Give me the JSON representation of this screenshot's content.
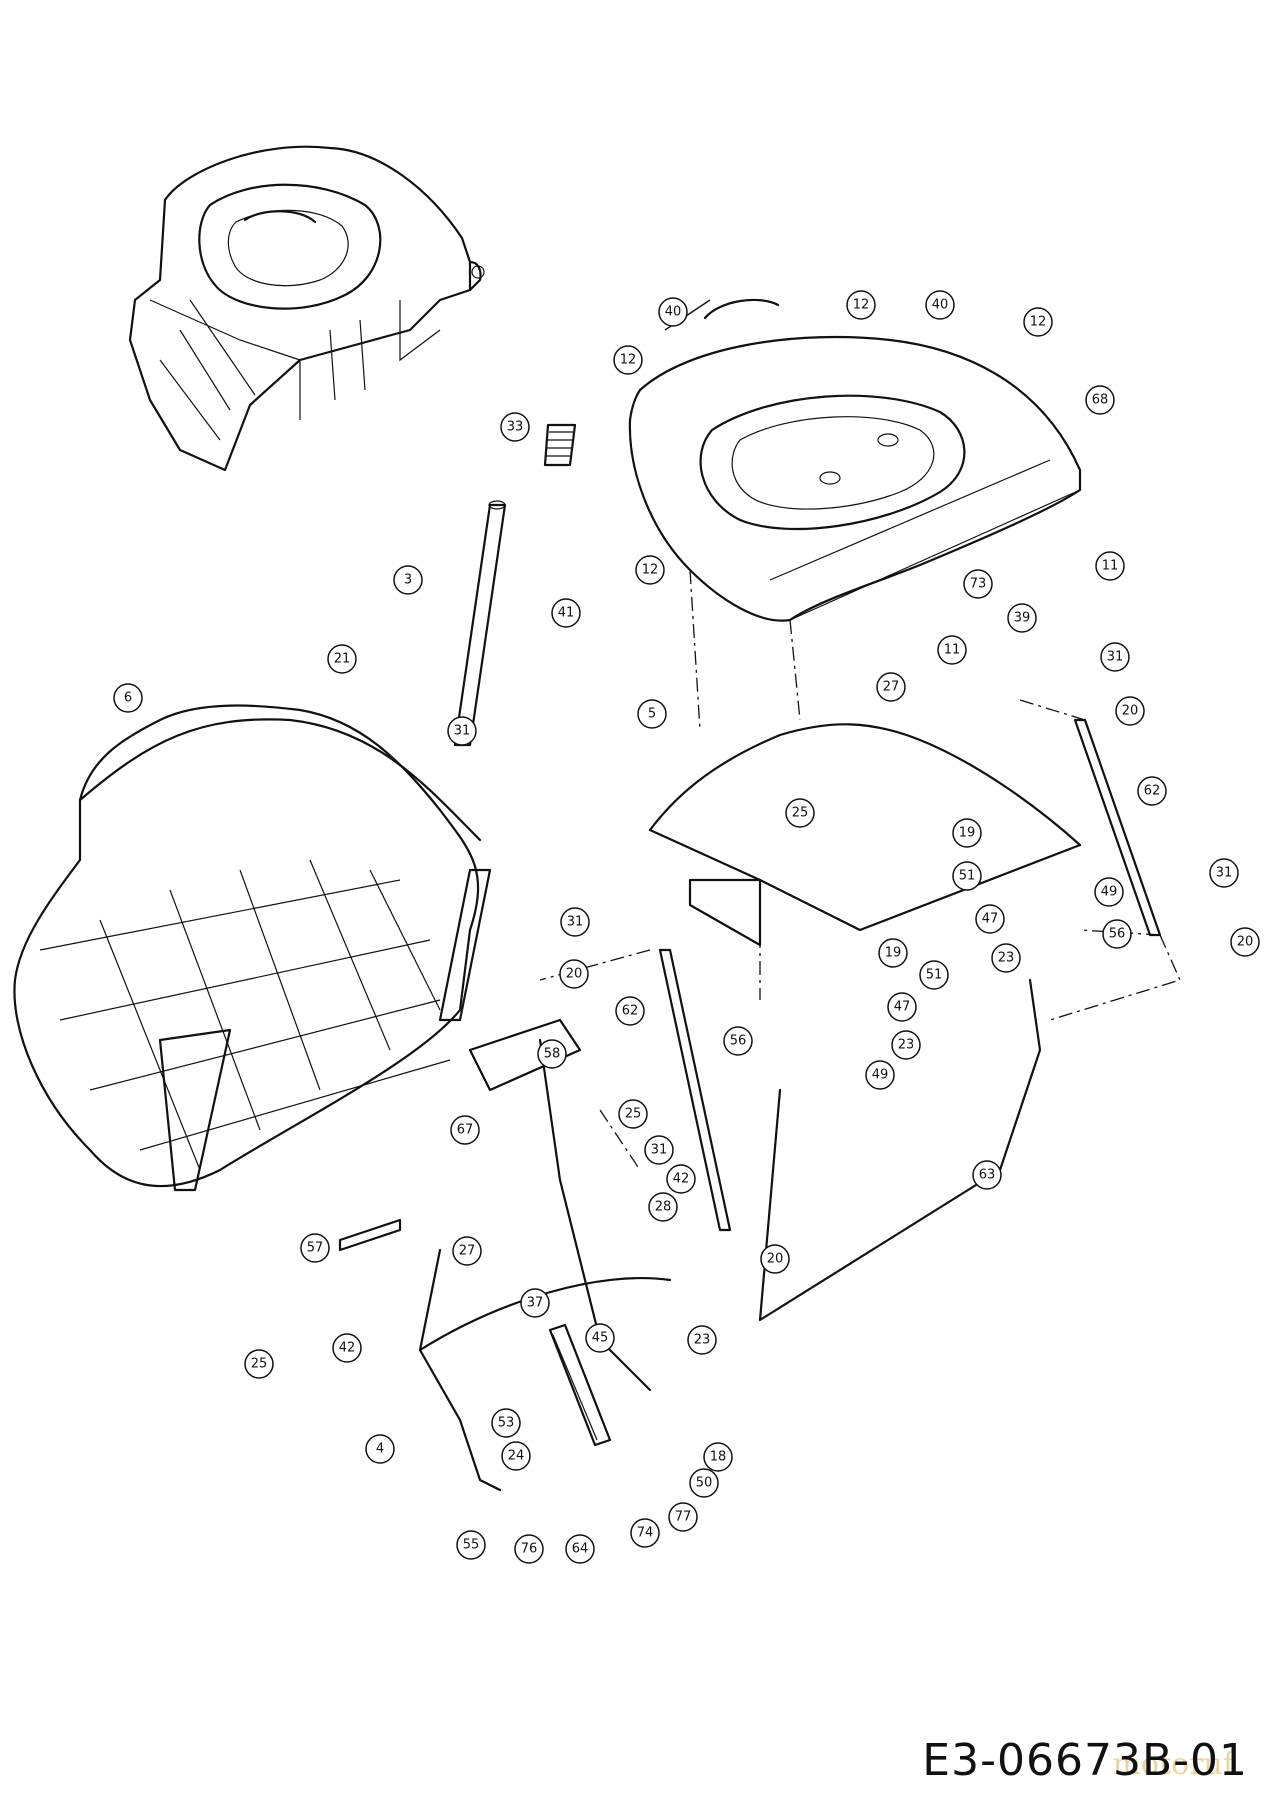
{
  "drawing_number": "E3-06673B-01",
  "watermark": "motoruf",
  "callouts": [
    "40",
    "12",
    "40",
    "12",
    "12",
    "68",
    "33",
    "12",
    "11",
    "41",
    "73",
    "39",
    "11",
    "3",
    "21",
    "31",
    "6",
    "27",
    "31",
    "5",
    "20",
    "25",
    "62",
    "19",
    "51",
    "49",
    "47",
    "23",
    "56",
    "31",
    "19",
    "31",
    "51",
    "20",
    "20",
    "47",
    "62",
    "23",
    "56",
    "49",
    "58",
    "25",
    "67",
    "31",
    "42",
    "28",
    "27",
    "20",
    "57",
    "37",
    "25",
    "42",
    "45",
    "23",
    "53",
    "4",
    "18",
    "24",
    "50",
    "77",
    "74",
    "55",
    "76",
    "64",
    "63"
  ]
}
